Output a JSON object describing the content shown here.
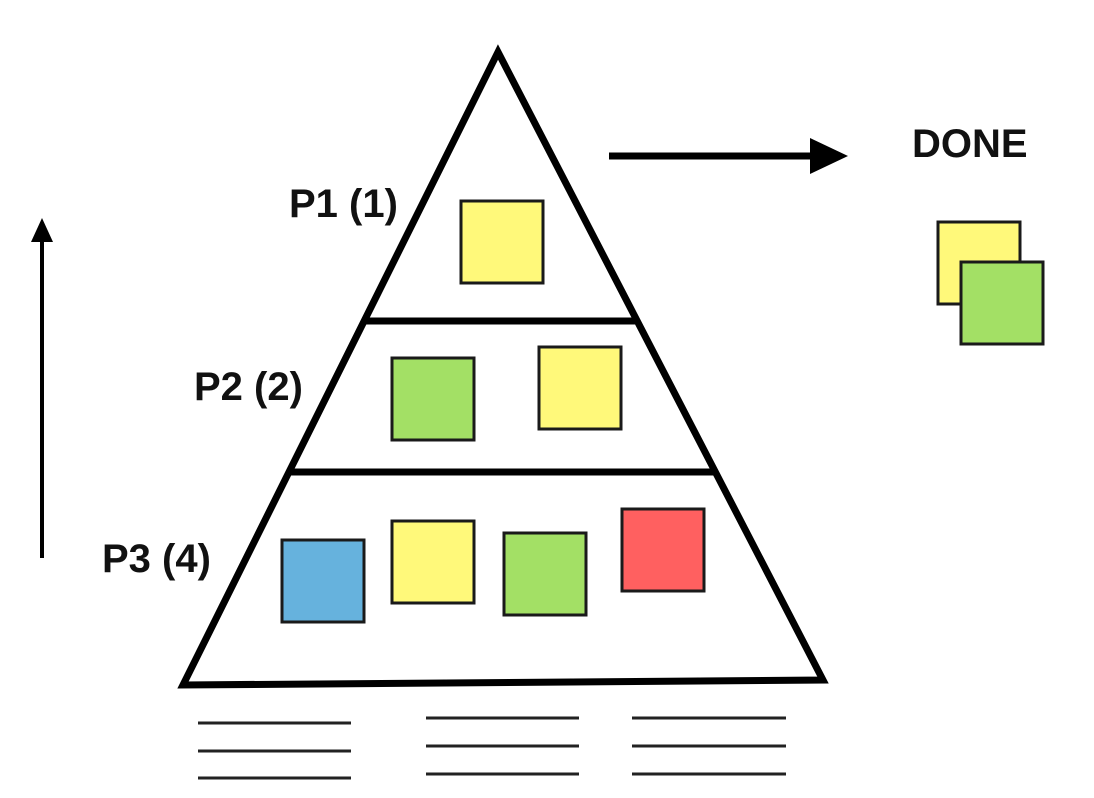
{
  "pyramid": {
    "tiers": [
      {
        "label": "P1 (1)",
        "notes": [
          "yellow"
        ]
      },
      {
        "label": "P2 (2)",
        "notes": [
          "green",
          "yellow"
        ]
      },
      {
        "label": "P3 (4)",
        "notes": [
          "blue",
          "yellow",
          "green",
          "red"
        ]
      }
    ]
  },
  "done": {
    "label": "DONE",
    "notes": [
      "yellow",
      "green"
    ]
  },
  "icons": {
    "priority_arrow": "arrow-up-icon",
    "done_arrow": "arrow-right-icon"
  },
  "colors": {
    "yellow": "#FFF97A",
    "green": "#A3E065",
    "blue": "#66B2DD",
    "red": "#FF6060",
    "outline": "#000000"
  }
}
